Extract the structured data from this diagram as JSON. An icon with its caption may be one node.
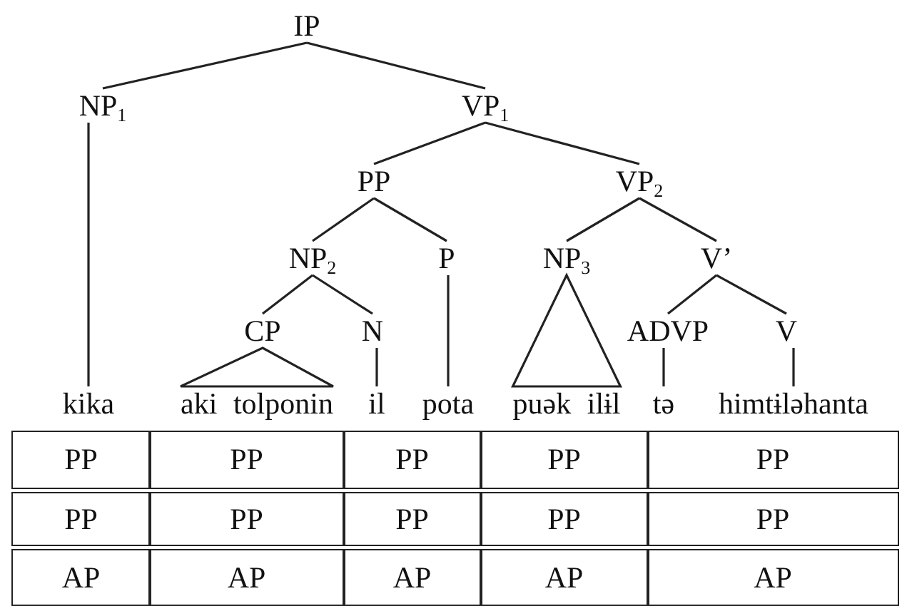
{
  "diagram": {
    "nodes": [
      {
        "text": [
          "IP"
        ]
      },
      {
        "text": [
          "NP$_{1}$"
        ]
      },
      {
        "text": [
          "VP$_{1}$"
        ]
      },
      {
        "text": [
          "PP"
        ]
      },
      {
        "text": [
          "VP$_{2}$"
        ]
      },
      {
        "text": [
          "NP$_{2}$"
        ]
      },
      {
        "text": [
          "P"
        ]
      },
      {
        "text": [
          "NP$_{3}$"
        ]
      },
      {
        "text": [
          "V’"
        ]
      },
      {
        "text": [
          "CP"
        ]
      },
      {
        "text": [
          "N"
        ]
      },
      {
        "text": [
          "ADVP"
        ]
      },
      {
        "text": [
          "V"
        ]
      },
      {
        "text": [
          "kika"
        ]
      },
      {
        "text": [
          "aki tolponin"
        ]
      },
      {
        "text": [
          "il"
        ]
      },
      {
        "text": [
          "pota"
        ]
      },
      {
        "text": [
          "puək ilɨl"
        ]
      },
      {
        "text": [
          "tə"
        ]
      },
      {
        "text": [
          "himtɨləhanta"
        ]
      }
    ],
    "edges": [
      {
        "from": 0,
        "to": 1,
        "arrow": "none"
      },
      {
        "from": 0,
        "to": 2,
        "arrow": "none"
      },
      {
        "from": 1,
        "to": 13,
        "arrow": "none"
      },
      {
        "from": 2,
        "to": 3,
        "arrow": "none"
      },
      {
        "from": 2,
        "to": 4,
        "arrow": "none"
      },
      {
        "from": 3,
        "to": 5,
        "arrow": "none"
      },
      {
        "from": 3,
        "to": 6,
        "arrow": "none"
      },
      {
        "from": 4,
        "to": 7,
        "arrow": "none"
      },
      {
        "from": 4,
        "to": 8,
        "arrow": "none"
      },
      {
        "from": 5,
        "to": 9,
        "arrow": "none"
      },
      {
        "from": 5,
        "to": 10,
        "arrow": "none"
      },
      {
        "from": 6,
        "to": 16,
        "arrow": "none"
      },
      {
        "from": 7,
        "to": 17,
        "arrow": "none"
      },
      {
        "from": 8,
        "to": 11,
        "arrow": "none"
      },
      {
        "from": 8,
        "to": 12,
        "arrow": "none"
      },
      {
        "from": 9,
        "to": 14,
        "arrow": "none"
      },
      {
        "from": 10,
        "to": 15,
        "arrow": "none"
      },
      {
        "from": 11,
        "to": 18,
        "arrow": "none"
      },
      {
        "from": 12,
        "to": 19,
        "arrow": "none"
      }
    ],
    "labels": [
      "PP",
      "PP",
      "PP",
      "PP",
      "PP",
      "PP",
      "PP",
      "PP",
      "PP",
      "PP",
      "AP",
      "AP",
      "AP",
      "AP",
      "AP"
    ]
  }
}
